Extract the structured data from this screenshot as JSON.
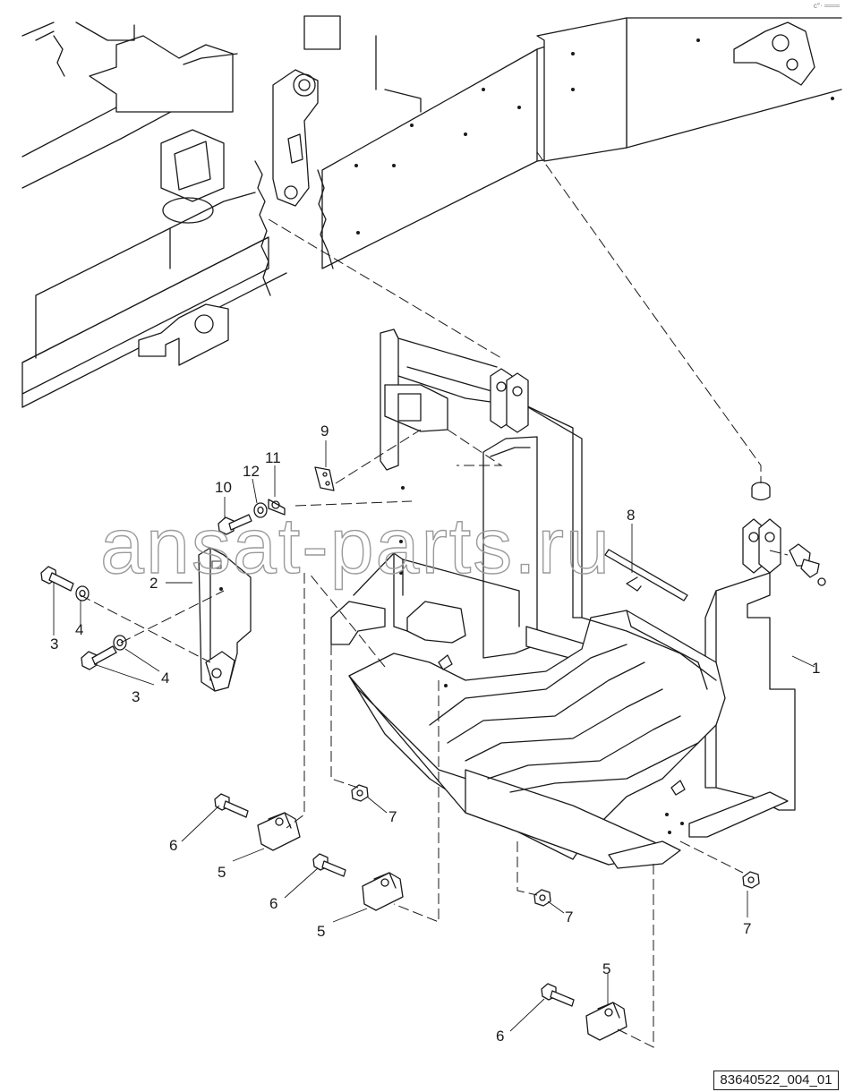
{
  "diagram": {
    "reference_number": "83640522_004_01",
    "watermark": "ansat-parts.ru",
    "corner_mark": "c°· ═══",
    "callouts": {
      "c1": "1",
      "c2": "2",
      "c3a": "3",
      "c3b": "3",
      "c4a": "4",
      "c4b": "4",
      "c5a": "5",
      "c5b": "5",
      "c5c": "5",
      "c6a": "6",
      "c6b": "6",
      "c6c": "6",
      "c7a": "7",
      "c7b": "7",
      "c7c": "7",
      "c8": "8",
      "c9": "9",
      "c10": "10",
      "c11": "11",
      "c12": "12"
    }
  }
}
